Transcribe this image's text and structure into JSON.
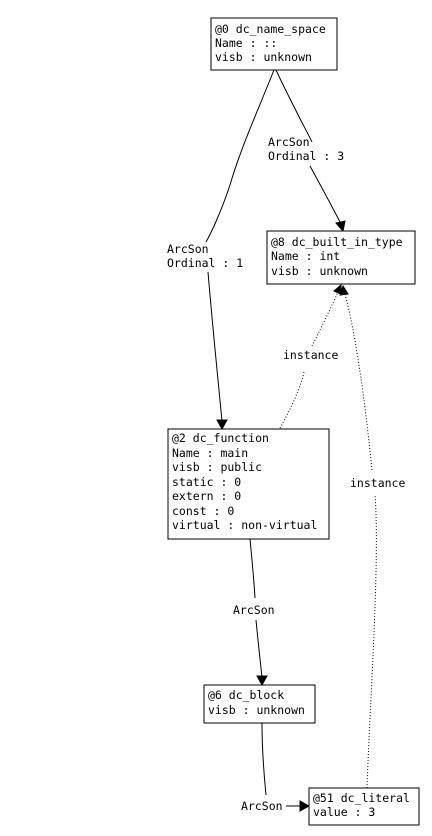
{
  "nodes": [
    {
      "id": "n0",
      "name": "node-dc-name-space",
      "lines": [
        "@0 dc_name_space",
        "Name : ::",
        "visb : unknown"
      ]
    },
    {
      "id": "n8",
      "name": "node-dc-built-in-type",
      "lines": [
        "@8 dc_built_in_type",
        "Name : int",
        "visb : unknown"
      ]
    },
    {
      "id": "n2",
      "name": "node-dc-function",
      "lines": [
        "@2 dc_function",
        "Name : main",
        "visb : public",
        "static : 0",
        "extern : 0",
        "const : 0",
        "virtual : non-virtual"
      ]
    },
    {
      "id": "n6",
      "name": "node-dc-block",
      "lines": [
        "@6 dc_block",
        "visb : unknown"
      ]
    },
    {
      "id": "n51",
      "name": "node-dc-literal",
      "lines": [
        "@51 dc_literal",
        "value : 3"
      ]
    }
  ],
  "edges": [
    {
      "id": "e_0_8",
      "from": "@0",
      "to": "@8",
      "style": "solid",
      "label": [
        "ArcSon",
        "Ordinal : 3"
      ]
    },
    {
      "id": "e_0_2",
      "from": "@0",
      "to": "@2",
      "style": "solid",
      "label": [
        "ArcSon",
        "Ordinal : 1"
      ]
    },
    {
      "id": "e_2_8",
      "from": "@2",
      "to": "@8",
      "style": "dotted",
      "label": [
        "instance"
      ]
    },
    {
      "id": "e_51_8",
      "from": "@51",
      "to": "@8",
      "style": "dotted",
      "label": [
        "instance"
      ]
    },
    {
      "id": "e_2_6",
      "from": "@2",
      "to": "@6",
      "style": "solid",
      "label": [
        "ArcSon"
      ]
    },
    {
      "id": "e_6_51",
      "from": "@6",
      "to": "@51",
      "style": "solid",
      "label": [
        "ArcSon"
      ]
    }
  ],
  "colors": {
    "background": "#ffffff",
    "stroke": "#000000",
    "text": "#000000"
  }
}
